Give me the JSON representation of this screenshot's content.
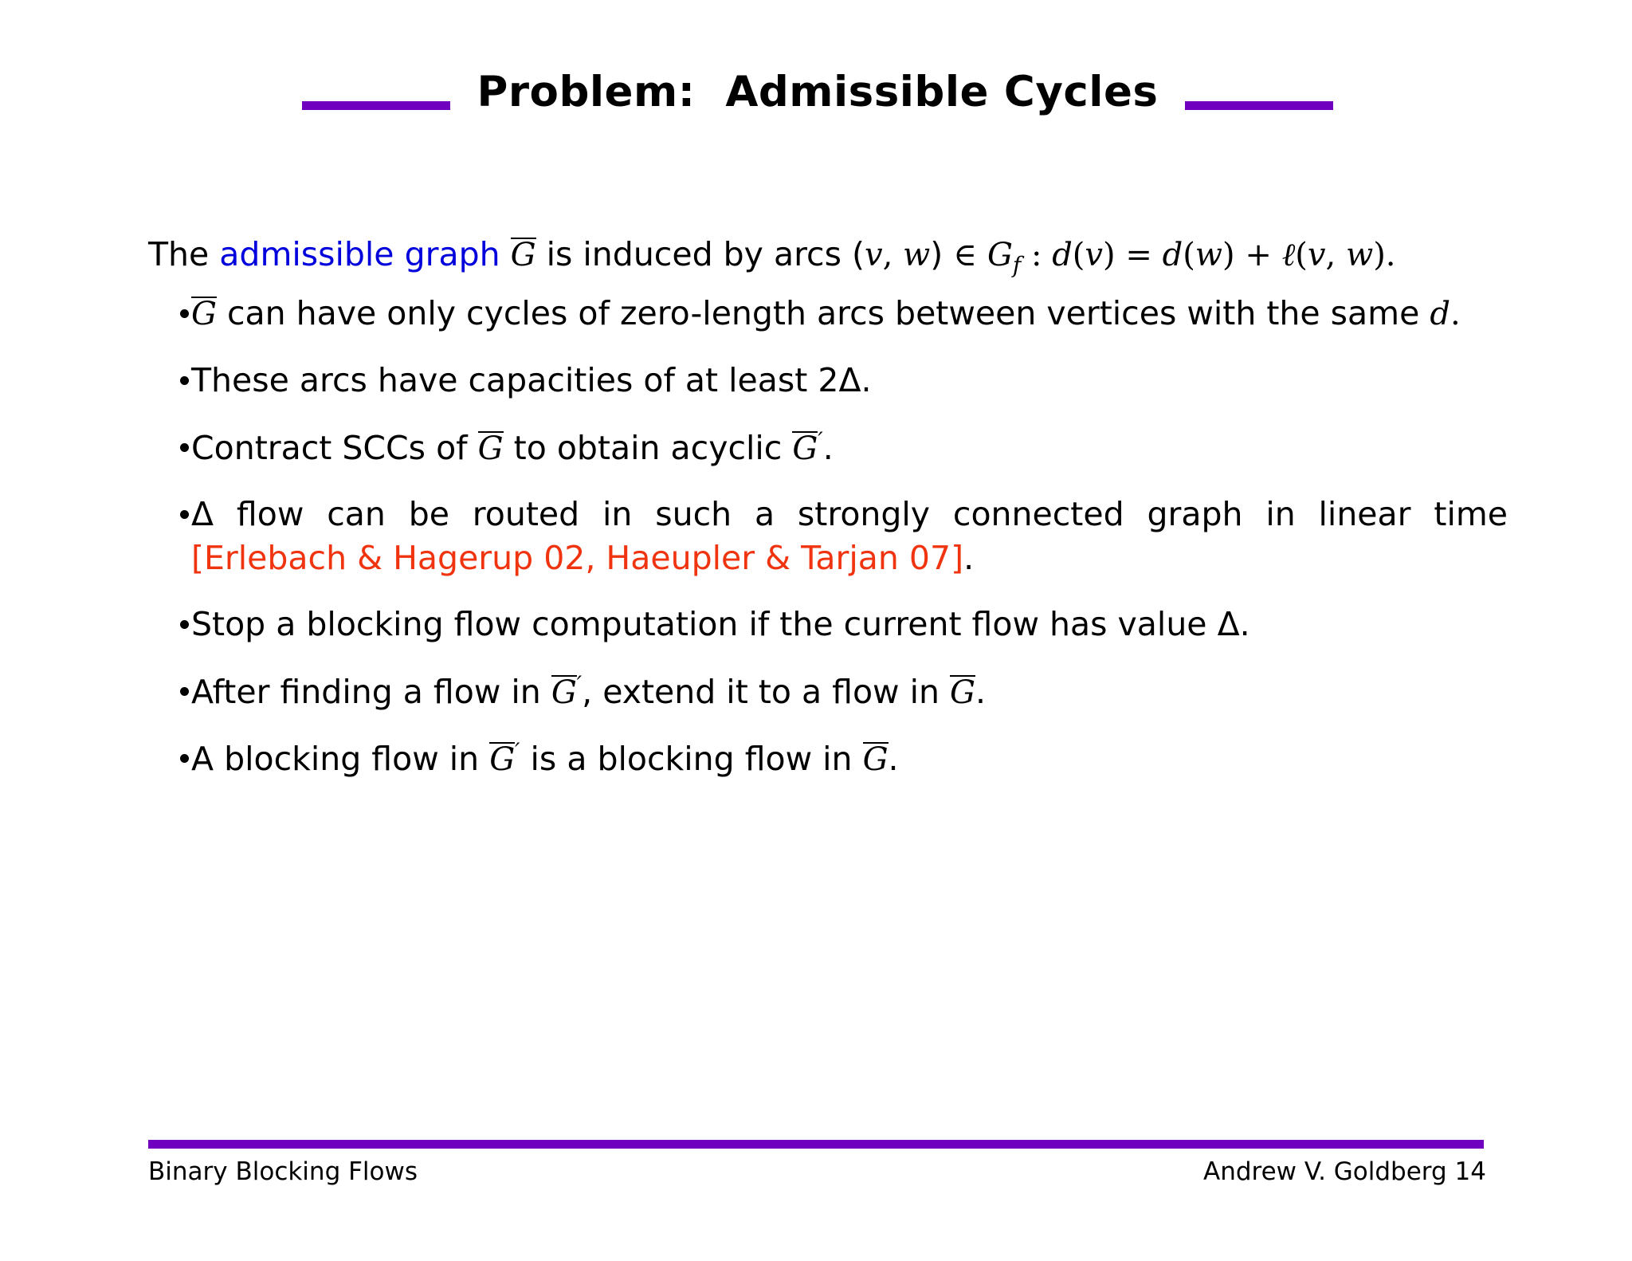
{
  "slide": {
    "title": "Problem:  Admissible Cycles",
    "rule_color": "#6f00bf",
    "accent_blue": "#0000dd",
    "accent_red": "#f0340f",
    "page_background": "#ffffff"
  },
  "intro": {
    "part1": "The ",
    "highlight": "admissible graph",
    "g_bar": "G",
    "part2": " is induced by arcs (",
    "v": "v",
    "comma1": ", ",
    "w": "w",
    "part3": ") ",
    "in_symbol": "∈",
    "part4": " ",
    "G": "G",
    "f_sub": "f",
    "colon": " : ",
    "d1": "d",
    "open1": "(",
    "v2": "v",
    "close1": ")",
    "equals": " = ",
    "d2": "d",
    "open2": "(",
    "w2": "w",
    "close2": ")",
    "plus": " + ",
    "ell": "ℓ",
    "open3": "(",
    "v3": "v",
    "comma2": ", ",
    "w3": "w",
    "close3": ")",
    "period": "."
  },
  "bullets": [
    {
      "id": "bullet-zero-length-cycles",
      "text_before_gbar": "",
      "gbar": "G",
      "text_after": " can have only cycles of zero-length arcs between vertices with the same ",
      "math_tail": "d",
      "period": "."
    },
    {
      "id": "bullet-capacities",
      "text": "These arcs have capacities of at least 2",
      "delta": "Δ",
      "period": "."
    },
    {
      "id": "bullet-contract-sccs",
      "text_a": "Contract SCCs of ",
      "gbar1": "G",
      "text_b": " to obtain acyclic ",
      "gbar2": "G",
      "prime": "′",
      "period": "."
    },
    {
      "id": "bullet-delta-flow-linear-time",
      "delta": "Δ",
      "text_a": " flow can be routed in such a strongly connected graph in linear time ",
      "citation": "[Erlebach & Hagerup 02, Haeupler & Tarjan 07]",
      "period": "."
    },
    {
      "id": "bullet-stop-blocking-flow",
      "text_a": "Stop a blocking flow computation if the current flow has value ",
      "delta": "Δ",
      "period": "."
    },
    {
      "id": "bullet-extend-flow",
      "text_a": "After finding a flow in ",
      "gbar1": "G",
      "prime": "′",
      "text_b": ", extend it to a flow in ",
      "gbar2": "G",
      "period": "."
    },
    {
      "id": "bullet-blocking-flow-equiv",
      "text_a": "A blocking flow in ",
      "gbar1": "G",
      "prime": "′",
      "text_b": " is a blocking flow in ",
      "gbar2": "G",
      "period": "."
    }
  ],
  "footer": {
    "left": "Binary Blocking Flows",
    "right": "Andrew V. Goldberg 14"
  }
}
